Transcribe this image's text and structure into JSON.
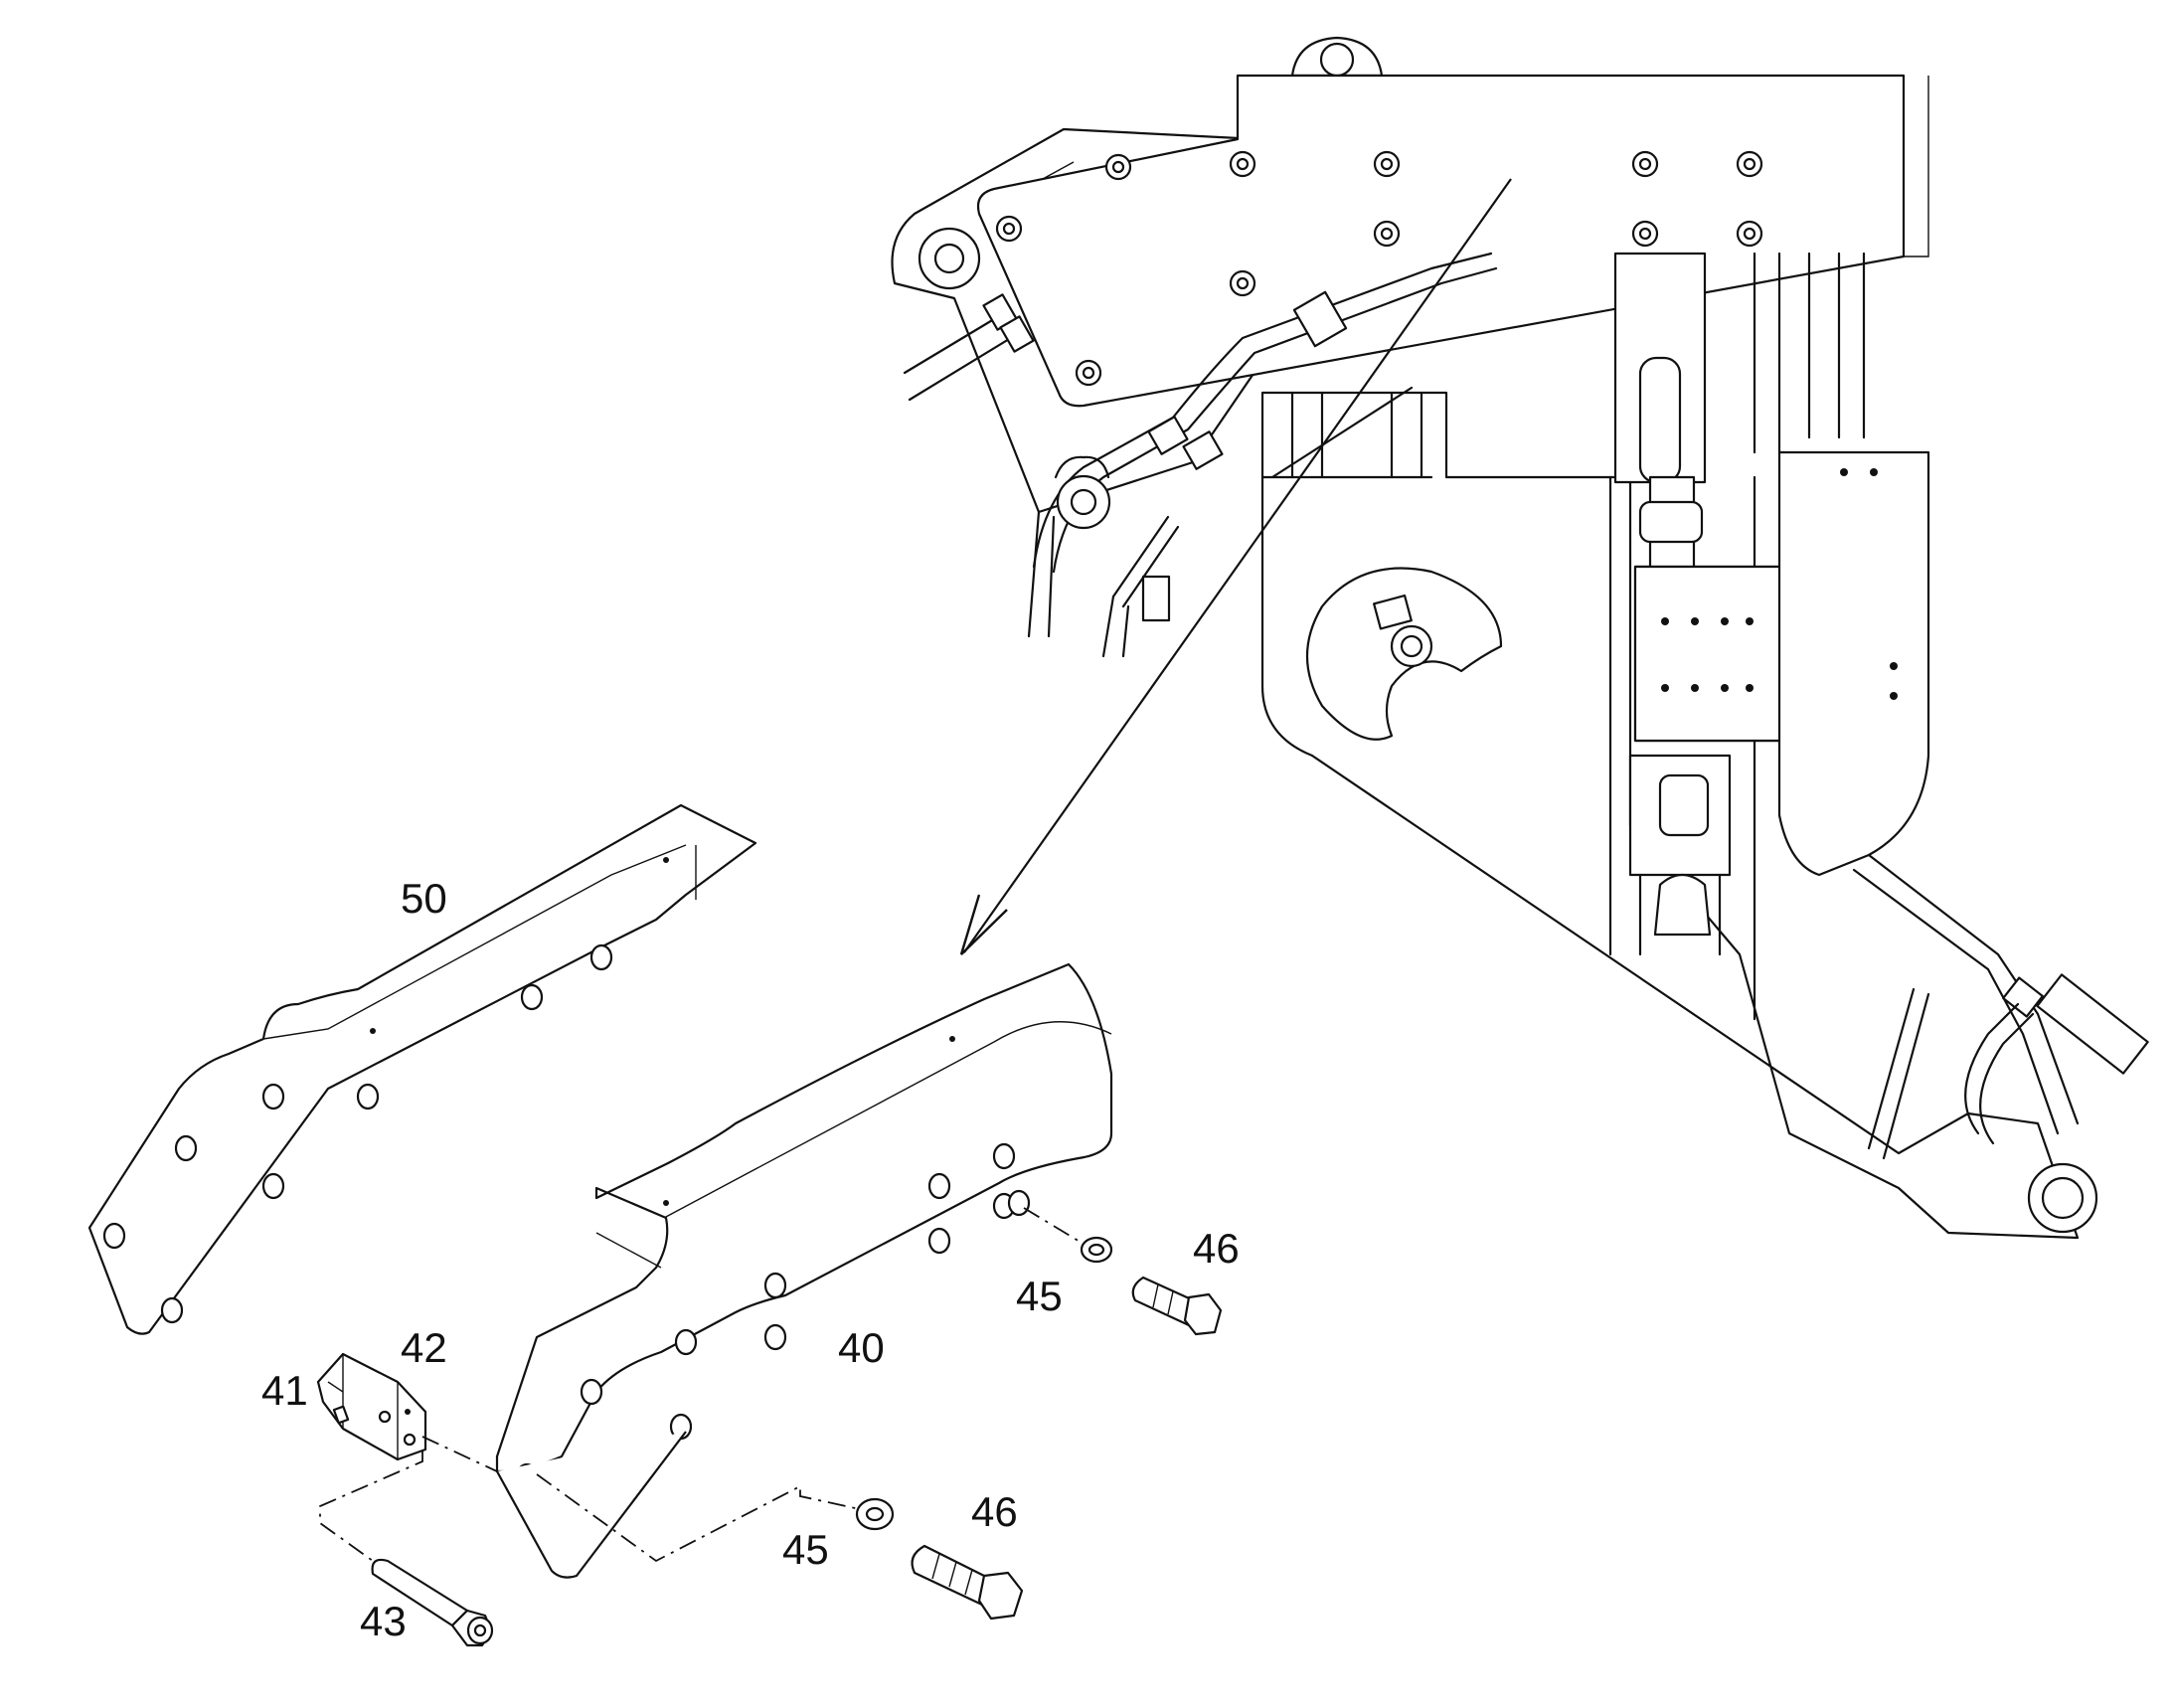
{
  "callouts": {
    "p40": "40",
    "p41": "41",
    "p42": "42",
    "p43": "43",
    "p45a": "45",
    "p45b": "45",
    "p46a": "46",
    "p46b": "46",
    "p50": "50"
  }
}
